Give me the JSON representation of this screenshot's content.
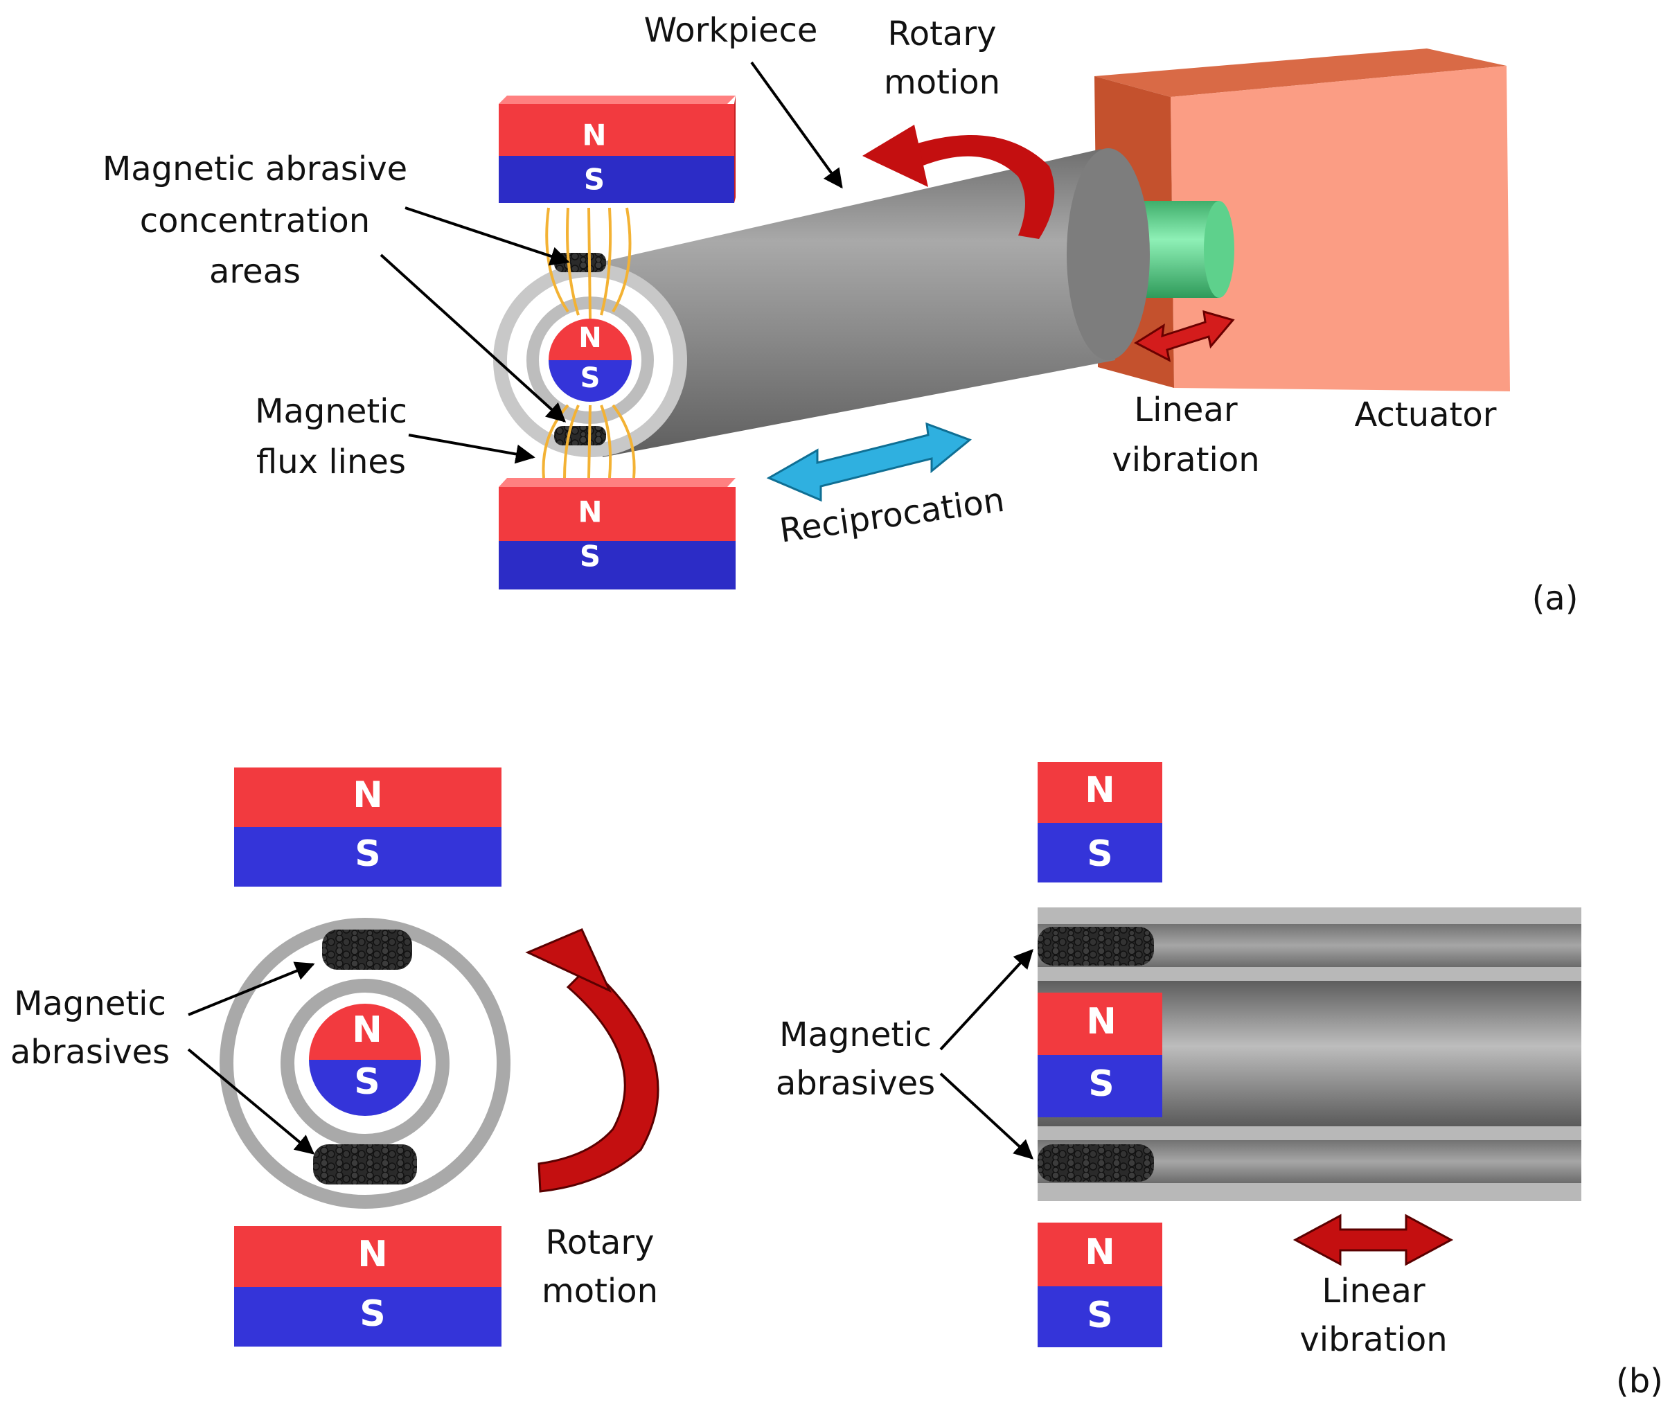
{
  "colors": {
    "north": "#f23a3f",
    "south": "#3434d9",
    "workpiece": "#8d8d8d",
    "flux": "#f3b234",
    "actuator": "#c4512d",
    "shaft": "#5ed18c",
    "rotary_arrow": "#c40f10",
    "reciprocation_arrow": "#2fb0e0"
  },
  "poles": {
    "north": "N",
    "south": "S"
  },
  "part_a": {
    "panel_label": "(a)",
    "workpiece": "Workpiece",
    "rotary_motion": [
      "Rotary",
      "motion"
    ],
    "abrasive_areas": [
      "Magnetic abrasive",
      "concentration",
      "areas"
    ],
    "flux_lines": [
      "Magnetic",
      "flux lines"
    ],
    "linear_vibration": [
      "Linear",
      "vibration"
    ],
    "actuator": "Actuator",
    "reciprocation": "Reciprocation"
  },
  "part_b": {
    "panel_label": "(b)",
    "left_abrasives": [
      "Magnetic",
      "abrasives"
    ],
    "rotary_motion": [
      "Rotary",
      "motion"
    ],
    "right_abrasives": [
      "Magnetic",
      "abrasives"
    ],
    "linear_vibration": [
      "Linear",
      "vibration"
    ]
  }
}
